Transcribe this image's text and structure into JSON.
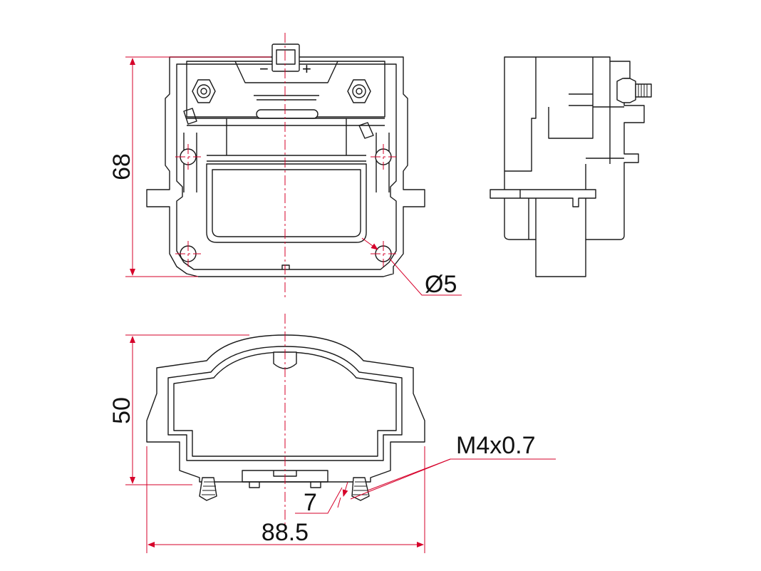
{
  "dimensions": {
    "height_front": "68",
    "hole_diameter": "Ø5",
    "height_bottom": "50",
    "thread": "M4x0.7",
    "terminal_length": "7",
    "overall_width": "88.5"
  },
  "terminal_marks": {
    "minus": "−",
    "plus": "+"
  },
  "colors": {
    "dimension_lines": "#d6002a",
    "outline": "#1a1a1a",
    "background": "#ffffff"
  }
}
